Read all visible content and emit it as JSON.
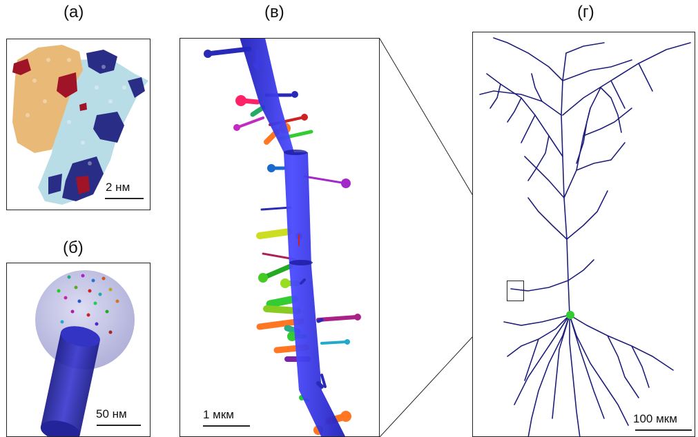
{
  "panels": {
    "a": {
      "label": "(а)",
      "scale": "2 нм"
    },
    "b": {
      "label": "(б)",
      "scale": "50 нм"
    },
    "v": {
      "label": "(в)",
      "scale": "1 мкм"
    },
    "g": {
      "label": "(г)",
      "scale": "100 мкм"
    }
  },
  "colors": {
    "protein_tan": "#e8b977",
    "protein_light": "#b9dde6",
    "protein_navy": "#2a2d86",
    "protein_red": "#a01428",
    "dendrite_blue": "#2f2fd6",
    "neuron": "#1e1e7a",
    "soma": "#33cc33"
  }
}
